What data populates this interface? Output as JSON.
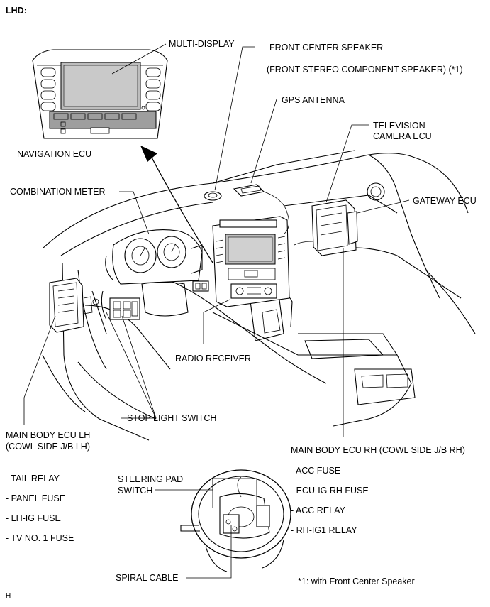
{
  "header": "LHD:",
  "labels": {
    "multi_display": "MULTI-DISPLAY",
    "front_center_speaker": "FRONT CENTER SPEAKER",
    "front_stereo": "(FRONT STEREO COMPONENT SPEAKER) (*1)",
    "gps_antenna": "GPS ANTENNA",
    "television_camera_ecu_1": "TELEVISION",
    "television_camera_ecu_2": "CAMERA ECU",
    "navigation_ecu": "NAVIGATION ECU",
    "combination_meter": "COMBINATION METER",
    "gateway_ecu": "GATEWAY ECU",
    "radio_receiver": "RADIO RECEIVER",
    "stop_light_switch": "STOP LIGHT SWITCH",
    "main_body_ecu_lh_1": "MAIN BODY ECU LH",
    "main_body_ecu_lh_2": "(COWL SIDE J/B LH)",
    "main_body_ecu_rh": "MAIN BODY ECU RH (COWL SIDE J/B RH)",
    "steering_pad_switch_1": "STEERING PAD",
    "steering_pad_switch_2": "SWITCH",
    "spiral_cable": "SPIRAL CABLE"
  },
  "lh_items": [
    "- TAIL RELAY",
    "- PANEL FUSE",
    "- LH-IG FUSE",
    "- TV NO. 1 FUSE"
  ],
  "rh_items": [
    "- ACC FUSE",
    "- ECU-IG RH FUSE",
    "- ACC RELAY",
    "- RH-IG1 RELAY"
  ],
  "footnote": "*1: with Front Center Speaker",
  "figure_id": "H"
}
